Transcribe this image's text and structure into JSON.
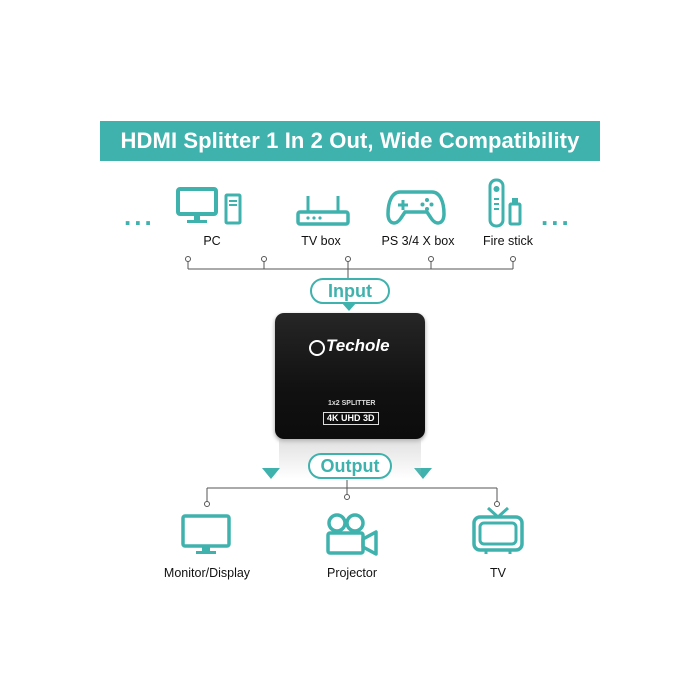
{
  "title": "HDMI Splitter 1 In 2 Out, Wide Compatibility",
  "ellipsis_left": "...",
  "ellipsis_right": "...",
  "sources": [
    {
      "label": "PC",
      "icon": "pc-icon"
    },
    {
      "label": "TV box",
      "icon": "router-icon"
    },
    {
      "label": "PS 3/4 X box",
      "icon": "gamepad-icon"
    },
    {
      "label": "Fire stick",
      "icon": "remote-stick-icon"
    }
  ],
  "input_label": "Input",
  "output_label": "Output",
  "device": {
    "brand": "Techole",
    "model_text": "1x2 SPLITTER",
    "spec_badge": "4K UHD 3D"
  },
  "outputs": [
    {
      "label": "Monitor/Display",
      "icon": "monitor-icon"
    },
    {
      "label": "Projector",
      "icon": "projector-icon"
    },
    {
      "label": "TV",
      "icon": "tv-icon"
    }
  ],
  "colors": {
    "accent": "#3fb2ad",
    "device": "#141414",
    "line": "#555555"
  }
}
